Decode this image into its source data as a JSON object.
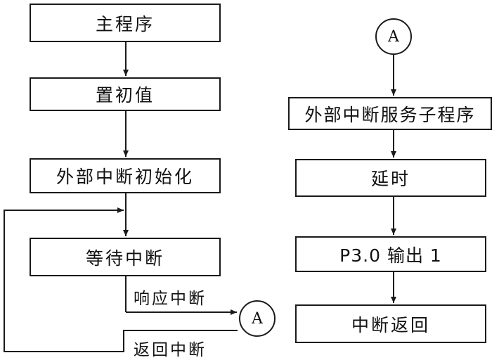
{
  "main_flow": {
    "main_program": "主程序",
    "set_initial_value": "置初值",
    "external_interrupt_init": "外部中断初始化",
    "wait_interrupt": "等待中断",
    "respond_interrupt": "响应中断",
    "return_from_interrupt": "返回中断",
    "connector_out": "A"
  },
  "isr_flow": {
    "connector_in": "A",
    "isr_title": "外部中断服务子程序",
    "delay": "延时",
    "output": "P3.0 输出 1",
    "interrupt_return": "中断返回"
  },
  "colors": {
    "line": "#1a1a1a",
    "text": "#111111",
    "background": "#ffffff"
  }
}
